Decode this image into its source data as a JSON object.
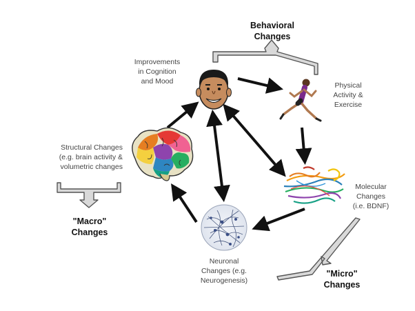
{
  "labels": {
    "behavioral": [
      "Behavioral",
      "Changes"
    ],
    "improvements": [
      "Improvements",
      "in Cognition",
      "and Mood"
    ],
    "physical": [
      "Physical",
      "Activity &",
      "Exercise"
    ],
    "structural": [
      "Structural Changes",
      "(e.g. brain activity &",
      "volumetric changes"
    ],
    "molecular": [
      "Molecular",
      "Changes",
      "(i.e. BDNF)"
    ],
    "macro": [
      "\"Macro\"",
      "Changes"
    ],
    "neuronal": [
      "Neuronal",
      "Changes (e.g.",
      "Neurogenesis)"
    ],
    "micro": [
      "\"Micro\"",
      "Changes"
    ]
  },
  "icons": {
    "face": "smiling-face-icon",
    "runner": "runner-icon",
    "brain": "colored-brain-icon",
    "protein": "protein-ribbon-icon",
    "neurons": "neuron-network-icon"
  },
  "colors": {
    "arrow": "#111111",
    "bracket_fill": "#d9d9d9",
    "bracket_stroke": "#555555"
  }
}
